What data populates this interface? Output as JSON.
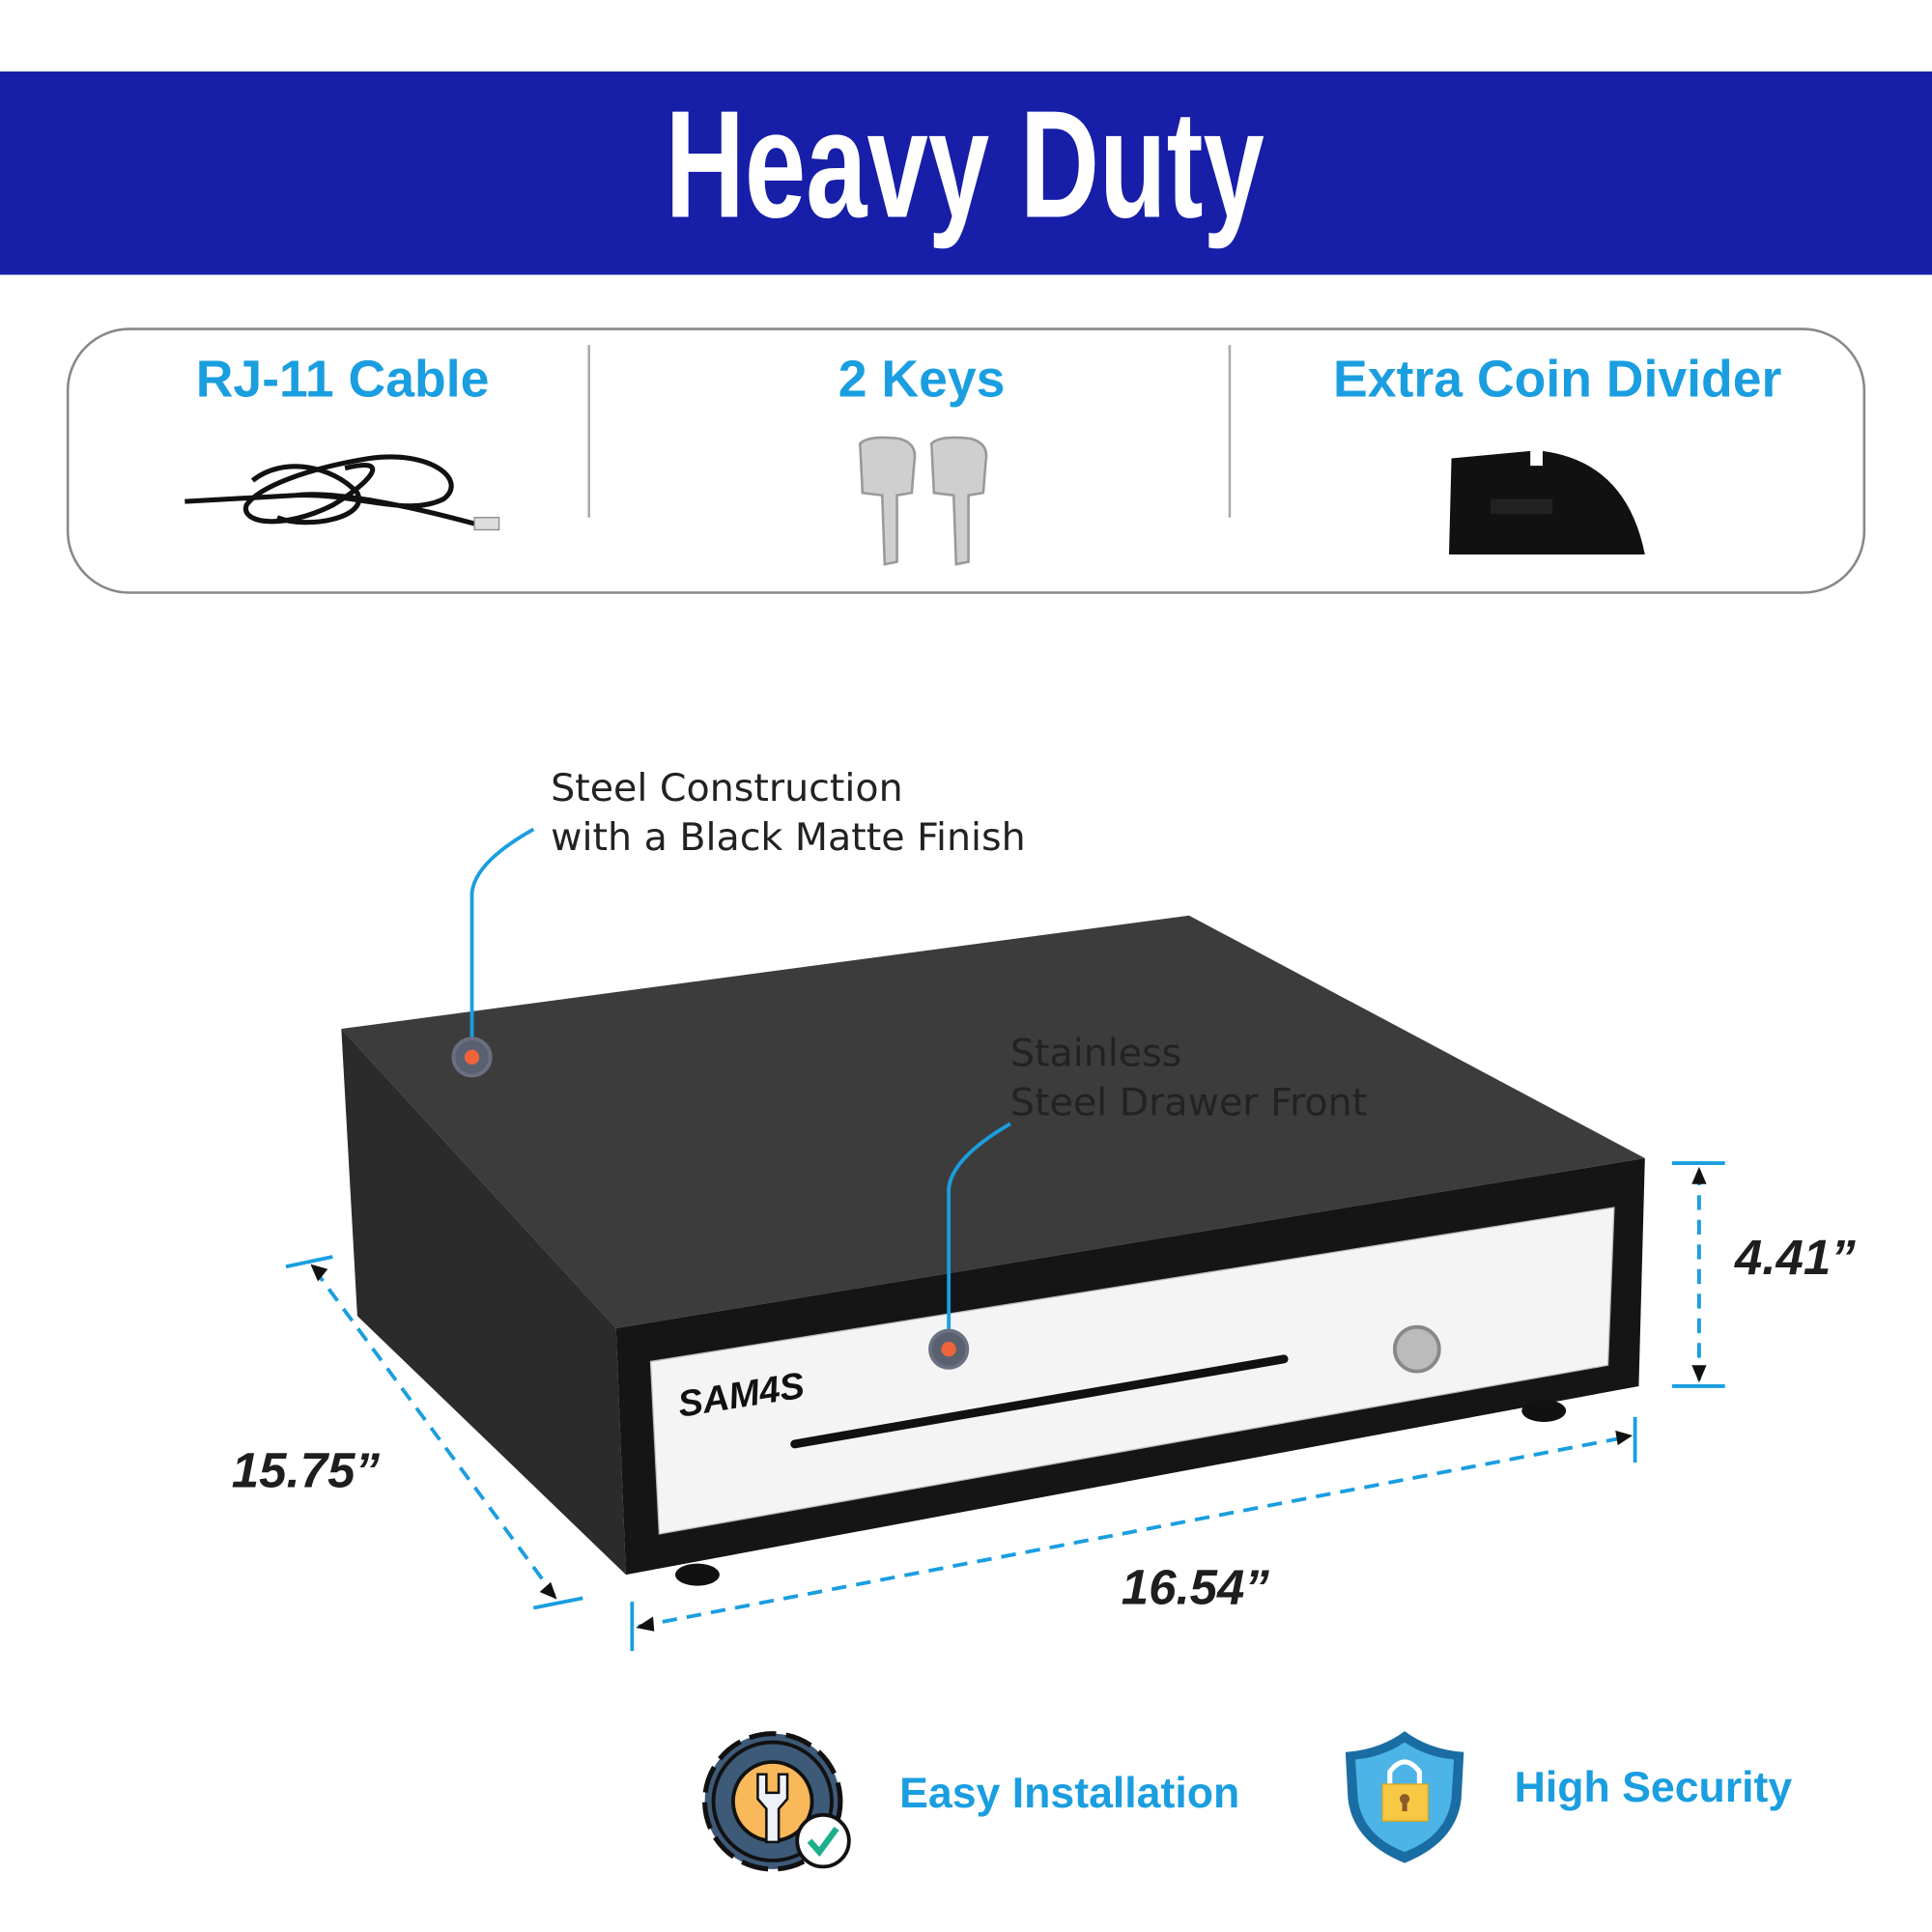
{
  "banner": {
    "title": "Heavy Duty",
    "color": "#171ea8"
  },
  "accessories": [
    {
      "label": "RJ-11 Cable",
      "icon": "cable-icon"
    },
    {
      "label": "2 Keys",
      "icon": "keys-icon"
    },
    {
      "label": "Extra Coin Divider",
      "icon": "coin-divider-icon"
    }
  ],
  "callouts": {
    "steel": {
      "line1": "Steel Construction",
      "line2": "with a Black Matte Finish"
    },
    "front": {
      "line1": "Stainless",
      "line2": "Steel Drawer Front"
    }
  },
  "product": {
    "brand": "SAM4S"
  },
  "dimensions": {
    "depth": "15.75”",
    "width": "16.54”",
    "height": "4.41”"
  },
  "features": [
    {
      "label": "Easy Installation",
      "icon": "gear-wrench-icon"
    },
    {
      "label": "High Security",
      "icon": "shield-lock-icon"
    }
  ],
  "colors": {
    "accent": "#1a9ee0",
    "dot": "#f0643c",
    "drawer": "#3a3a3a"
  }
}
